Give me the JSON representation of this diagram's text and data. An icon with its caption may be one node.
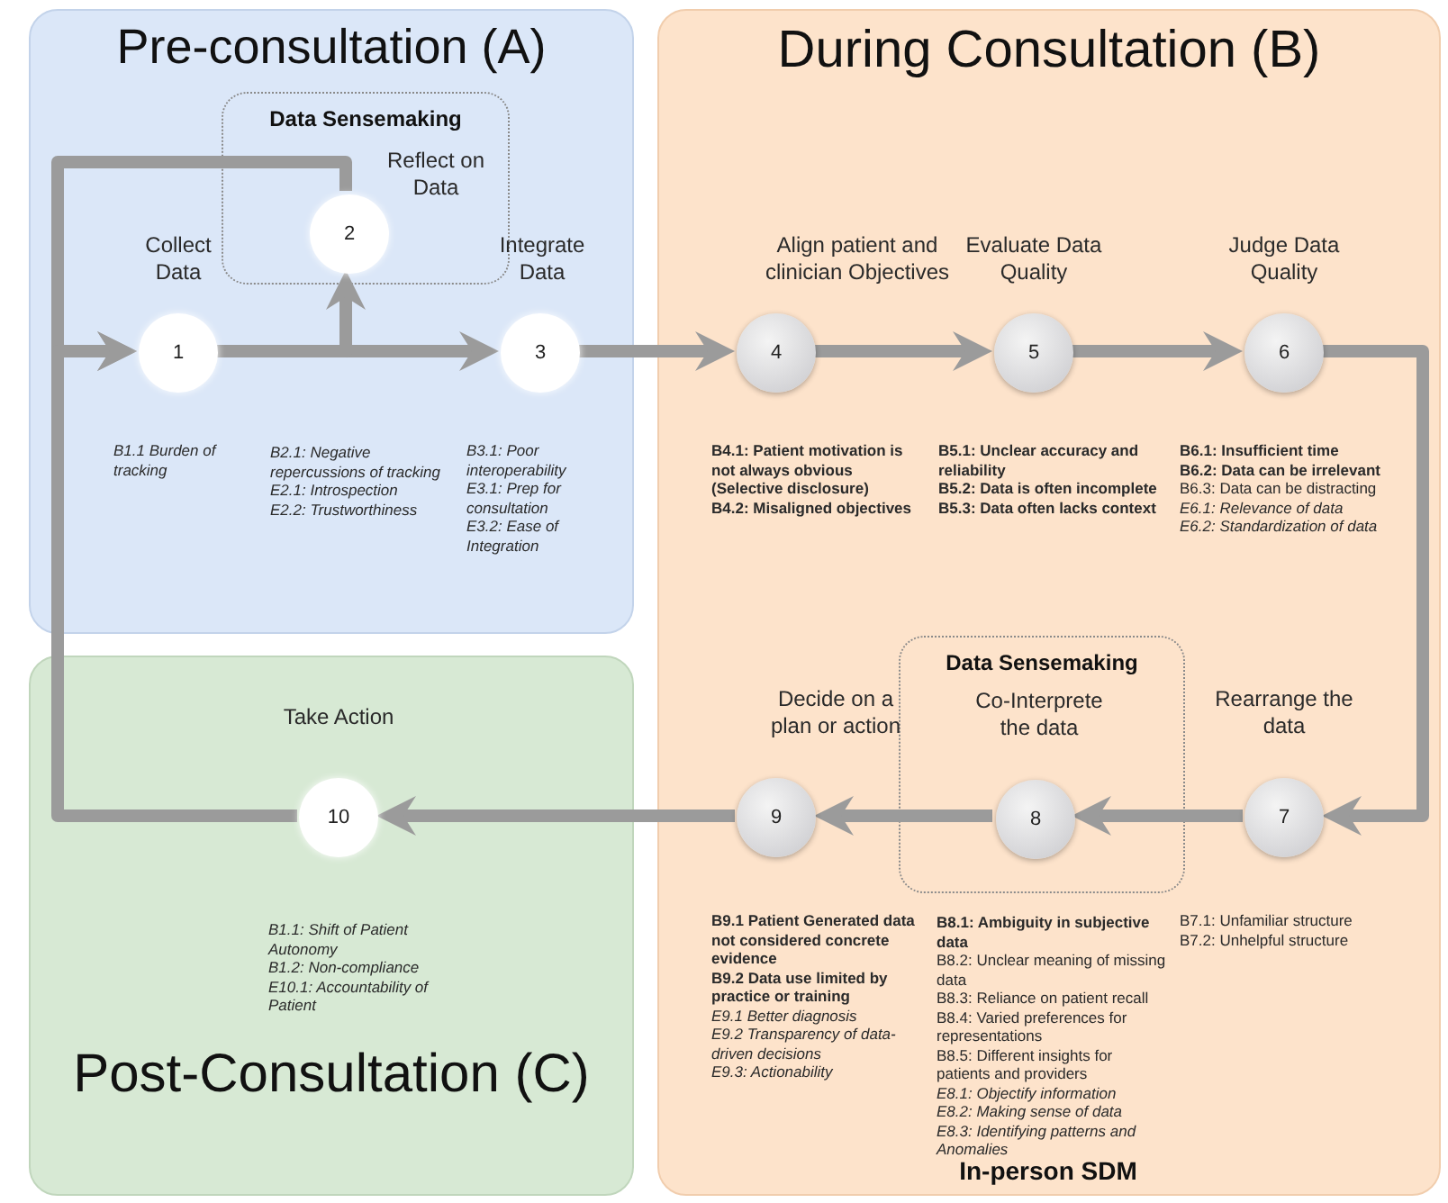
{
  "diagram": {
    "nodes": [
      {
        "text": [
          "Pre-consultation (A)"
        ]
      },
      {
        "text": [
          "Data Sensemaking"
        ],
        "in": 0
      },
      {
        "text": [
          "1"
        ],
        "in": 0,
        "beside": [
          "Collect Data",
          "*B1.1 Burden of tracking*"
        ]
      },
      {
        "text": [
          "2"
        ],
        "in": 1,
        "beside": [
          "Reflect on Data",
          "*B2.1: Negative repercussions of tracking*",
          "*E2.1: Introspection*",
          "*E2.2: Trustworthiness*"
        ]
      },
      {
        "text": [
          "3"
        ],
        "in": 0,
        "beside": [
          "Integrate Data",
          "*B3.1: Poor interoperability*",
          "*E3.1: Prep for consultation*",
          "*E3.2: Ease of Integration*"
        ]
      },
      {
        "text": [
          "During Consultation (B)"
        ]
      },
      {
        "text": [
          "4"
        ],
        "in": 5,
        "beside": [
          "Align patient and clinician Objectives",
          "**B4.1: Patient motivation is not always obvious (Selective disclosure)**",
          "**B4.2: Misaligned objectives**"
        ]
      },
      {
        "text": [
          "5"
        ],
        "in": 5,
        "beside": [
          "Evaluate Data Quality",
          "**B5.1: Unclear accuracy and reliability**",
          "**B5.2: Data is often incomplete**",
          "**B5.3: Data often lacks context**"
        ]
      },
      {
        "text": [
          "6"
        ],
        "in": 5,
        "beside": [
          "Judge Data Quality",
          "**B6.1: Insufficient time**",
          "**B6.2: Data can be irrelevant**",
          "B6.3: Data can be distracting",
          "*E6.1: Relevance of data*",
          "*E6.2: Standardization of data*"
        ]
      },
      {
        "text": [
          "9"
        ],
        "in": 5,
        "beside": [
          "Decide on a plan or action",
          "**B9.1 Patient Generated data not considered concrete evidence**",
          "**B9.2 Data use limited by practice or training**",
          "*E9.1 Better diagnosis*",
          "*E9.2 Transparency of data-driven decisions*",
          "*E9.3: Actionability*"
        ]
      },
      {
        "text": [
          "Data Sensemaking"
        ],
        "in": 5
      },
      {
        "text": [
          "8"
        ],
        "in": 10,
        "beside": [
          "Co-Interprete the data",
          "**B8.1: Ambiguity in subjective data**",
          "B8.2: Unclear meaning of missing data",
          "B8.3: Reliance on patient recall",
          "B8.4: Varied preferences for representations",
          "B8.5: Different insights for patients and providers",
          "*E8.1: Objectify information*",
          "*E8.2: Making sense of data*",
          "*E8.3: Identifying patterns and Anomalies*"
        ]
      },
      {
        "text": [
          "7"
        ],
        "in": 5,
        "beside": [
          "Rearrange the data",
          "B7.1: Unfamiliar structure",
          "B7.2: Unhelpful structure"
        ]
      },
      {
        "text": [
          "Post-Consultation (C)"
        ]
      },
      {
        "text": [
          "10"
        ],
        "in": 13,
        "beside": [
          "Take Action",
          "*B1.1: Shift of Patient Autonomy*",
          "*B1.2: Non-compliance*",
          "*E10.1: Accountability of Patient*"
        ]
      }
    ],
    "edges": [
      {
        "from": 2,
        "to": 4,
        "arrow": "to"
      },
      {
        "from": 2,
        "to": 3,
        "arrow": "to"
      },
      {
        "from": 3,
        "to": 2,
        "arrow": "to"
      },
      {
        "from": 14,
        "to": 2,
        "arrow": "to"
      },
      {
        "from": 4,
        "to": 6,
        "arrow": "to"
      },
      {
        "from": 6,
        "to": 7,
        "arrow": "to"
      },
      {
        "from": 7,
        "to": 8,
        "arrow": "to"
      },
      {
        "from": 8,
        "to": 12,
        "arrow": "to"
      },
      {
        "from": 12,
        "to": 11,
        "arrow": "to"
      },
      {
        "from": 11,
        "to": 9,
        "arrow": "to"
      },
      {
        "from": 9,
        "to": 14,
        "arrow": "to"
      }
    ],
    "labels": [
      "In-person SDM"
    ]
  }
}
